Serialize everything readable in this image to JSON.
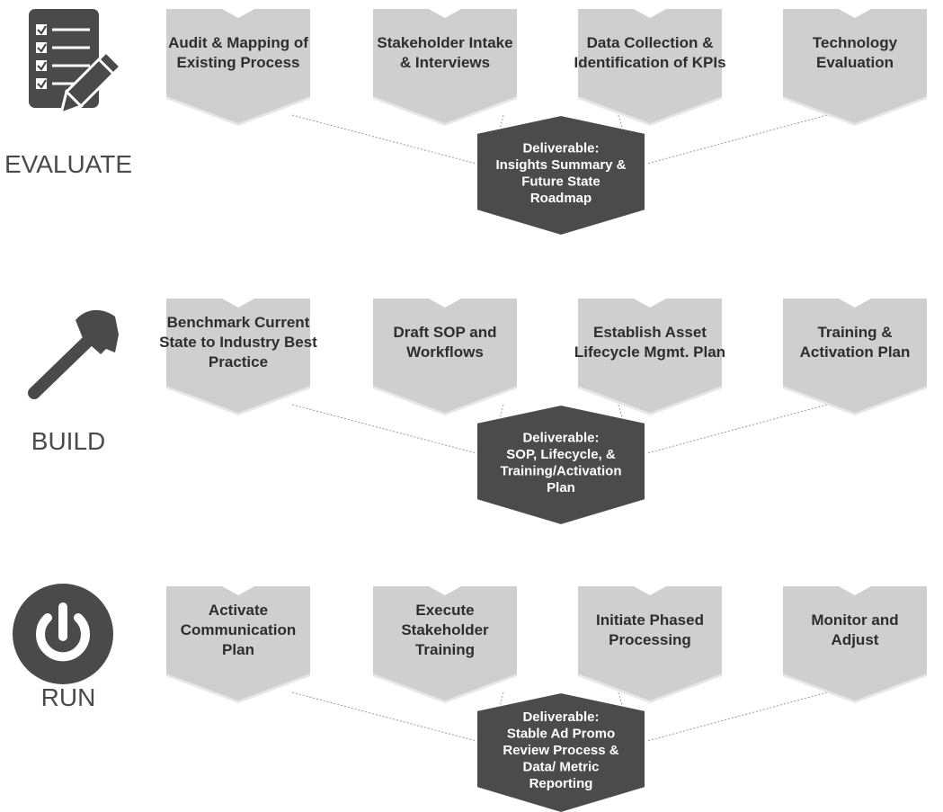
{
  "phases": [
    {
      "label": "EVALUATE",
      "icon": "checklist-pencil-icon",
      "steps": [
        [
          "Audit & Mapping of",
          "Existing Process"
        ],
        [
          "Stakeholder Intake",
          "& Interviews"
        ],
        [
          "Data Collection &",
          "Identification of KPIs"
        ],
        [
          "Technology",
          "Evaluation"
        ]
      ],
      "deliverable": [
        "Deliverable:",
        "Insights Summary &",
        "Future State",
        "Roadmap"
      ]
    },
    {
      "label": "BUILD",
      "icon": "hammer-icon",
      "steps": [
        [
          "Benchmark Current",
          "State to Industry Best",
          "Practice"
        ],
        [
          "Draft SOP and",
          "Workflows"
        ],
        [
          "Establish Asset",
          "Lifecycle Mgmt. Plan"
        ],
        [
          "Training &",
          "Activation Plan"
        ]
      ],
      "deliverable": [
        "Deliverable:",
        "SOP, Lifecycle, &",
        "Training/Activation",
        "Plan"
      ]
    },
    {
      "label": "RUN",
      "icon": "power-icon",
      "steps": [
        [
          "Activate",
          "Communication",
          "Plan"
        ],
        [
          "Execute",
          "Stakeholder",
          "Training"
        ],
        [
          "Initiate Phased",
          "Processing"
        ],
        [
          "Monitor and",
          "Adjust"
        ]
      ],
      "deliverable": [
        "Deliverable:",
        "Stable Ad Promo",
        "Review Process &",
        "Data/ Metric",
        "Reporting"
      ]
    }
  ],
  "colors": {
    "step_fill": "#cfcfcf",
    "step_edge": "#bdbdbd",
    "deliverable_fill": "#4b4b4b",
    "icon": "#4a4a4a",
    "connector": "#9a9a9a"
  }
}
